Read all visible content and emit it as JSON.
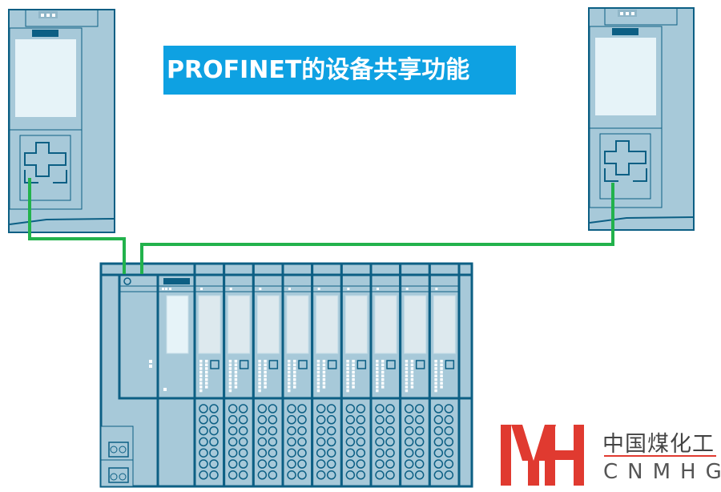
{
  "title": "PROFINET的设备共享功能",
  "logo": {
    "chinese": "中国煤化工",
    "english": "CNMHG"
  },
  "colors": {
    "module": "#a7c9d9",
    "border": "#0c5f84",
    "screen": "#e6f3f8",
    "cable": "#22b24c",
    "title_bg": "#0ea1e2",
    "logo_red": "#e03a30"
  },
  "io_module_count": 9
}
